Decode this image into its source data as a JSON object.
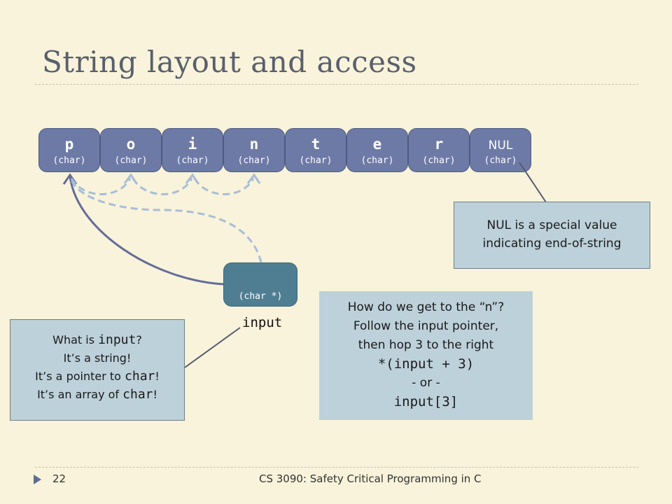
{
  "slide": {
    "title": "String layout and access",
    "page_number": "22",
    "course": "CS 3090: Safety Critical Programming in C"
  },
  "string_cells": [
    {
      "char": "p",
      "type": "(char)"
    },
    {
      "char": "o",
      "type": "(char)"
    },
    {
      "char": "i",
      "type": "(char)"
    },
    {
      "char": "n",
      "type": "(char)"
    },
    {
      "char": "t",
      "type": "(char)"
    },
    {
      "char": "e",
      "type": "(char)"
    },
    {
      "char": "r",
      "type": "(char)"
    },
    {
      "char": "NUL",
      "type": "(char)"
    }
  ],
  "pointer": {
    "type": "(char *)",
    "label": "input"
  },
  "nul_note": {
    "line1": "NUL is a special value",
    "line2": "indicating end-of-string"
  },
  "what_note": {
    "q_pre": "What is ",
    "q_code": "input",
    "q_post": "?",
    "line2": "It’s a string!",
    "line3_pre": "It’s a pointer to ",
    "line3_code": "char",
    "line3_post": "!",
    "line4_pre": "It’s an array of ",
    "line4_code": "char",
    "line4_post": "!"
  },
  "how_note": {
    "line1": "How do we get to the “n”?",
    "line2": "Follow the input pointer,",
    "line3": "then hop 3 to the right",
    "code1": "*(input + 3)",
    "or": "- or -",
    "code2": "input[3]"
  },
  "colors": {
    "cell_fill": "#6e7aa6",
    "pointer_fill": "#4f7e92",
    "note_fill": "#bdd1da",
    "background": "#f8f3da"
  }
}
